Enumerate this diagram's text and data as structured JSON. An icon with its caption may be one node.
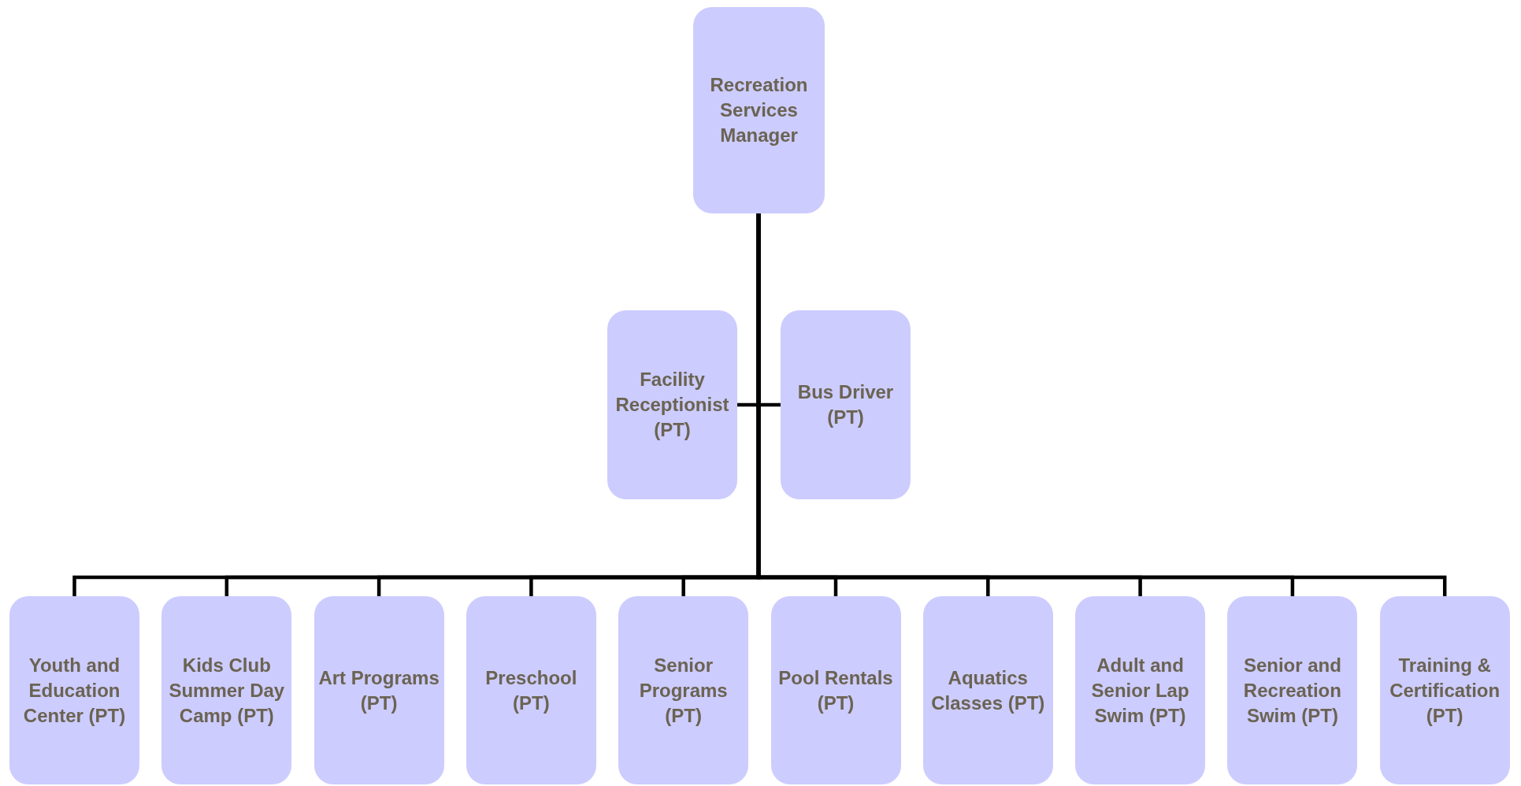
{
  "diagram": {
    "nodes": [
      {
        "text": [
          "Recreation Services Manager"
        ]
      },
      {
        "text": [
          "Facility Receptionist (PT)"
        ]
      },
      {
        "text": [
          "Bus Driver (PT)"
        ]
      },
      {
        "text": [
          "Youth and Education Center (PT)"
        ]
      },
      {
        "text": [
          "Kids Club Summer Day Camp (PT)"
        ]
      },
      {
        "text": [
          "Art Programs (PT)"
        ]
      },
      {
        "text": [
          "Preschool (PT)"
        ]
      },
      {
        "text": [
          "Senior Programs (PT)"
        ]
      },
      {
        "text": [
          "Pool Rentals (PT)"
        ]
      },
      {
        "text": [
          "Aquatics Classes (PT)"
        ]
      },
      {
        "text": [
          "Adult and Senior Lap Swim (PT)"
        ]
      },
      {
        "text": [
          "Senior and Recreation Swim (PT)"
        ]
      },
      {
        "text": [
          "Training & Certification (PT)"
        ]
      }
    ],
    "edges": [
      {
        "from": 0,
        "to": 1,
        "arrow": "none"
      },
      {
        "from": 0,
        "to": 2,
        "arrow": "none"
      },
      {
        "from": 0,
        "to": 3,
        "arrow": "none"
      },
      {
        "from": 0,
        "to": 4,
        "arrow": "none"
      },
      {
        "from": 0,
        "to": 5,
        "arrow": "none"
      },
      {
        "from": 0,
        "to": 6,
        "arrow": "none"
      },
      {
        "from": 0,
        "to": 7,
        "arrow": "none"
      },
      {
        "from": 0,
        "to": 8,
        "arrow": "none"
      },
      {
        "from": 0,
        "to": 9,
        "arrow": "none"
      },
      {
        "from": 0,
        "to": 10,
        "arrow": "none"
      },
      {
        "from": 0,
        "to": 11,
        "arrow": "none"
      },
      {
        "from": 0,
        "to": 12,
        "arrow": "none"
      }
    ]
  }
}
